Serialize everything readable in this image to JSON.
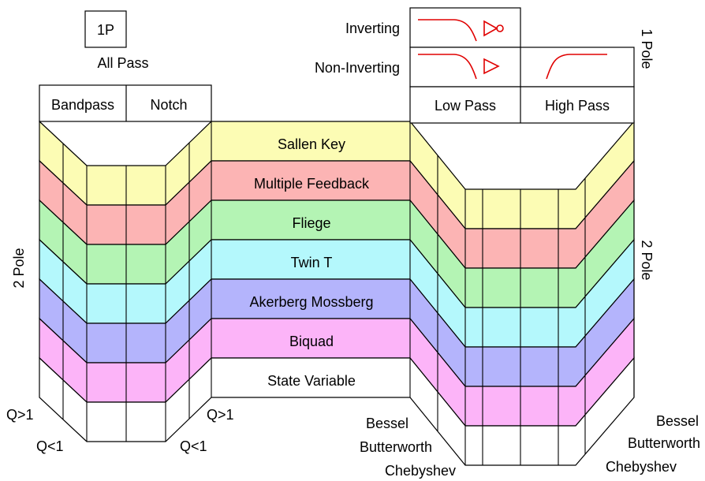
{
  "colors": {
    "bands": [
      "#fcfcb4",
      "#fcb4b4",
      "#b4f4b4",
      "#b4f8fc",
      "#b4b4fc",
      "#fcb4f8",
      "#ffffff"
    ],
    "curve": "#e00000",
    "line": "#000000"
  },
  "labels": {
    "one_p": "1P",
    "all_pass": "All Pass",
    "inverting": "Inverting",
    "non_inverting": "Non-Inverting",
    "one_pole": "1 Pole",
    "two_pole_left": "2 Pole",
    "two_pole_right": "2 Pole",
    "bandpass": "Bandpass",
    "notch": "Notch",
    "low_pass": "Low Pass",
    "high_pass": "High Pass",
    "q_gt_1_left": "Q>1",
    "q_lt_1_left": "Q<1",
    "q_gt_1_right": "Q>1",
    "q_lt_1_right": "Q<1",
    "bessel_left": "Bessel",
    "butterworth_left": "Butterworth",
    "chebyshev_left": "Chebyshev",
    "bessel_right": "Bessel",
    "butterworth_right": "Butterworth",
    "chebyshev_right": "Chebyshev"
  },
  "topologies": [
    "Sallen Key",
    "Multiple Feedback",
    "Fliege",
    "Twin T",
    "Akerberg Mossberg",
    "Biquad",
    "State Variable"
  ],
  "icons": [
    "lowpass-response-icon",
    "inverting-amplifier-icon",
    "non-inverting-amplifier-icon",
    "highpass-response-icon"
  ]
}
